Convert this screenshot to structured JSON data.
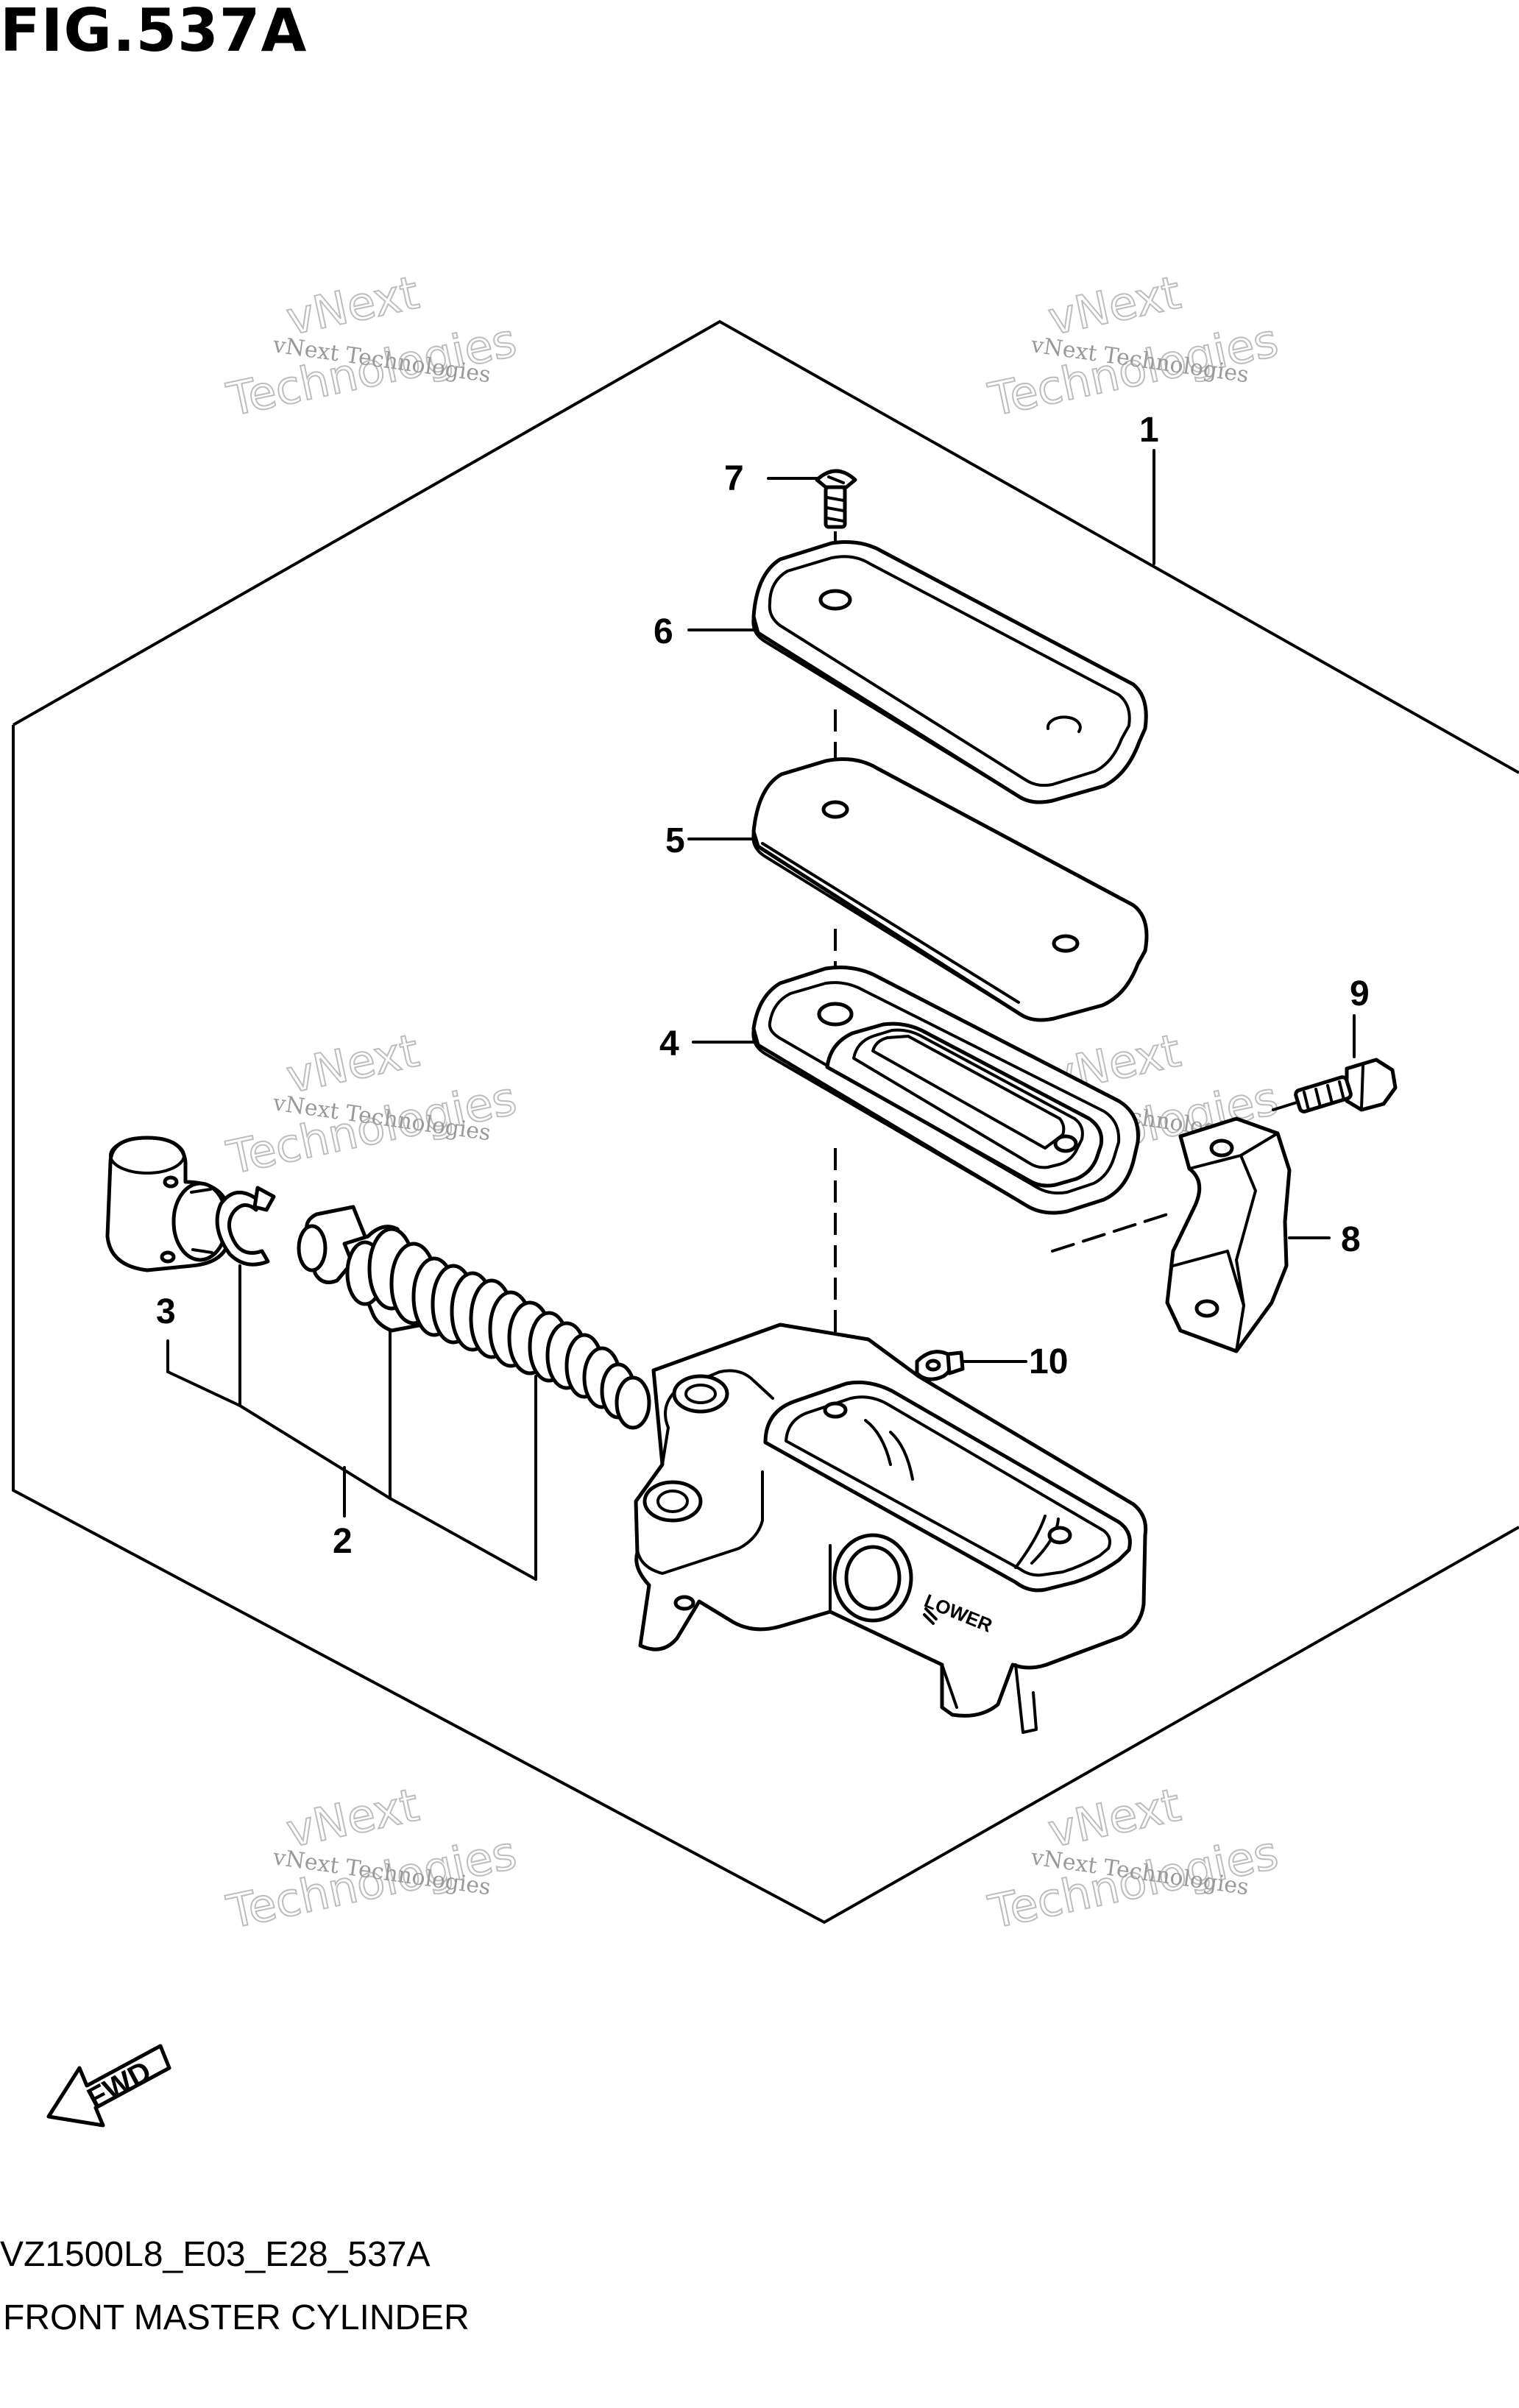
{
  "figure": {
    "title": "FIG.537A",
    "code": "VZ1500L8_E03_E28_537A",
    "name": "FRONT MASTER CYLINDER"
  },
  "watermark": {
    "line1": "vNext Technologies",
    "line2": "vNext",
    "line3": "Technologies"
  },
  "fwd_label": "FWD",
  "stamp_label": "LOWER",
  "callouts": {
    "c1": "1",
    "c2": "2",
    "c3": "3",
    "c4": "4",
    "c5": "5",
    "c6": "6",
    "c7": "7",
    "c8": "8",
    "c9": "9",
    "c10": "10"
  }
}
